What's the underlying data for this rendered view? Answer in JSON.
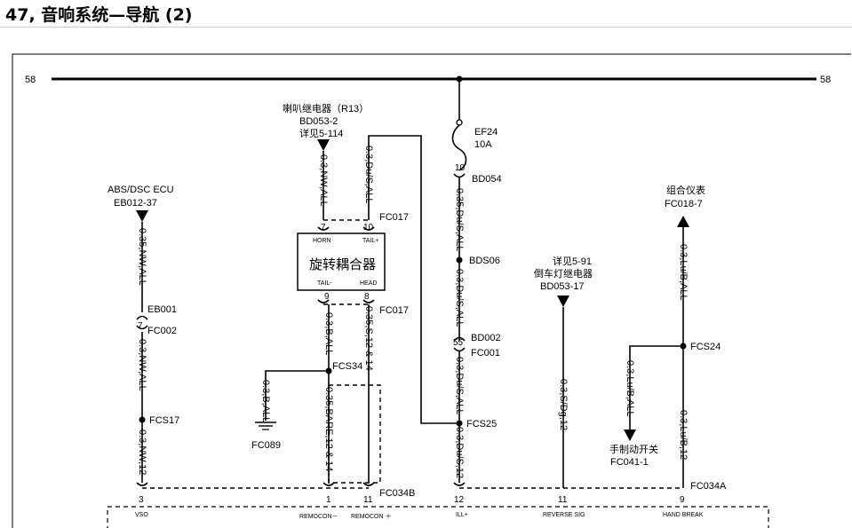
{
  "title": "47, 音响系统—导航 (2)",
  "bus": {
    "left": "58",
    "right": "58"
  },
  "horn_relay": {
    "name": "喇叭继电器（R13）",
    "ref": "BD053-2",
    "see": "详见5-114"
  },
  "abs_ecu": {
    "name": "ABS/DSC  ECU",
    "ref": "EB012-37"
  },
  "fuse": {
    "id": "EF24",
    "rating": "10A"
  },
  "cluster": {
    "name": "组合仪表",
    "ref": "FC018-7"
  },
  "reverse_relay": {
    "see": "详见5-91",
    "name": "倒车灯继电器",
    "ref": "BD053-17"
  },
  "handbrake_switch": {
    "name": "手制动开关",
    "ref": "FC041-1"
  },
  "ground_ref": "FC089",
  "module": {
    "name": "旋转耦合器",
    "pin_horn": "HORN",
    "pin_tail_plus": "TAIL+",
    "pin_tail_minus": "TAIL-",
    "pin_head": "HEAD"
  },
  "connectors": {
    "fc017_top": "FC017",
    "fc017_bot": "FC017",
    "eb001": "EB001",
    "fc002": "FC002",
    "fcs17": "FCS17",
    "fcs34": "FCS34",
    "fcs25": "FCS25",
    "fcs24": "FCS24",
    "bd054": "BD054",
    "bds06": "BDS06",
    "bd002": "BD002",
    "fc001": "FC001",
    "fc034b": "FC034B",
    "fc034a": "FC034A"
  },
  "pins": {
    "p7_top": "7",
    "p10_top": "10",
    "p9": "9",
    "p8": "8",
    "p7_eb": "7",
    "p10_fuse": "10",
    "p55": "55",
    "b3": "3",
    "b1": "1",
    "b11a": "11",
    "b12": "12",
    "b11b": "11",
    "b9": "9"
  },
  "wires": {
    "horn": "0.3,NW,ALL",
    "tail_top": "0.3,Du/S,ALL",
    "abs_upper": "0.35,NW,ALL",
    "abs_mid": "0.3,NW,ALL",
    "abs_low": "0.3,NW,12",
    "fuse_seg1": "0.35,Du/S,ALL",
    "fuse_seg2": "0.3,Du/S,ALL",
    "fuse_seg3": "0.3,Du/S,ALL",
    "fuse_seg4": "0.3,Du/S,12",
    "tail_minus": "0.3,B,ALL",
    "bare": "0.35,BARE,12 & 14",
    "head": "0.35,S,12 & 14",
    "ground": "0.3,B,ALL",
    "reverse": "0.3,S/Dg,12",
    "cluster": "0.3,Lu/B,ALL",
    "handbrake_branch": "0.3,Lu/B,ALL",
    "handbrake_low": "0.3,Lu/B,12"
  },
  "bottom_pins": {
    "vso": "VSO",
    "remocon_minus": "REMOCON－",
    "remocon_plus": "REMOCON ＋",
    "ill_plus": "ILL+",
    "reverse_sig": "REVERSE SIG",
    "hand_break": "HAND BREAK"
  }
}
